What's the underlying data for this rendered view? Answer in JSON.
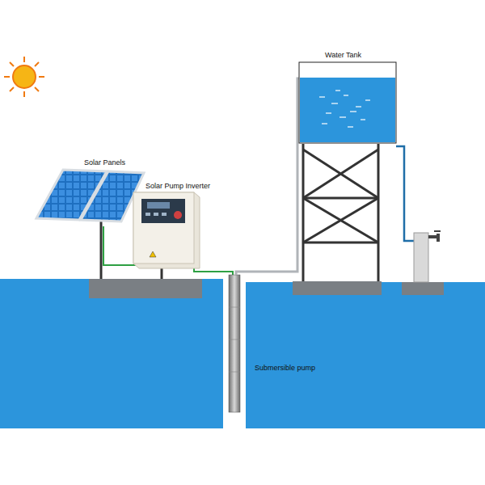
{
  "diagram": {
    "labels": [
      "Water Tank",
      "Solar Panels",
      "Solar Pump Inverter",
      "Submersible pump"
    ]
  }
}
